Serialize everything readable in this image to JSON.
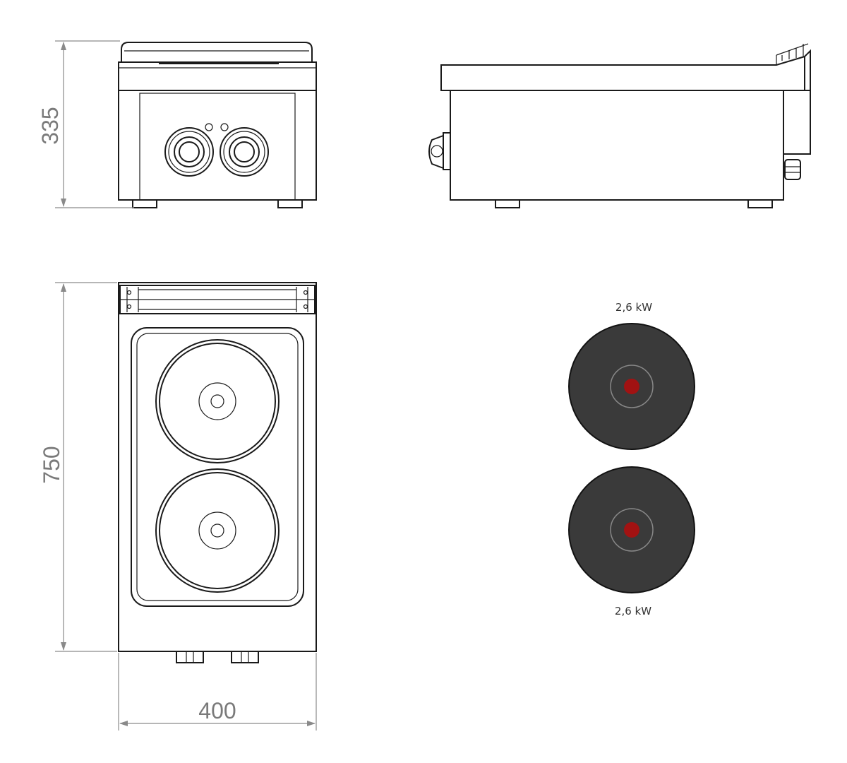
{
  "dimensions": {
    "height": "335",
    "depth": "750",
    "width": "400"
  },
  "hotplates": [
    {
      "power": "2,6 kW",
      "label_position": "above"
    },
    {
      "power": "2,6 kW",
      "label_position": "below"
    }
  ],
  "colors": {
    "plate_fill": "#3a3a3a",
    "indicator_red": "#a11212",
    "line": "#1a1a1a",
    "dimension_line": "#8a8a8a",
    "dimension_text": "#7a7a7a"
  }
}
